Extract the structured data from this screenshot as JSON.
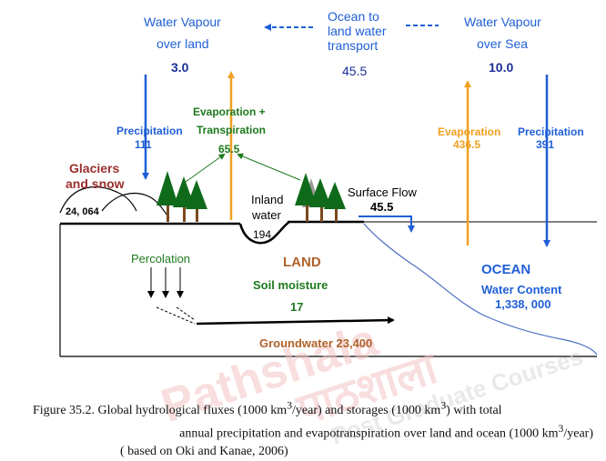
{
  "colors": {
    "blue": "#1f5fd6",
    "navy": "#1b2f99",
    "green": "#1e7a1e",
    "orange": "#f0a020",
    "brown": "#b0622a",
    "maroon": "#9b2f2f"
  },
  "atmosphere": {
    "land_vapour_line1": "Water Vapour",
    "land_vapour_line2": "over land",
    "land_vapour_value": "3.0",
    "transport_line1": "Ocean to",
    "transport_line2": "land water",
    "transport_line3": "transport",
    "transport_value": "45.5",
    "sea_vapour_line1": "Water Vapour",
    "sea_vapour_line2": "over Sea",
    "sea_vapour_value": "10.0"
  },
  "fluxes": {
    "land_precip_label": "Precipitation",
    "land_precip_value": "111",
    "evapotrans_line1": "Evaporation +",
    "evapotrans_line2": "Transpiration",
    "evapotrans_value": "65.5",
    "ocean_evap_label": "Evaporation",
    "ocean_evap_value": "436.5",
    "ocean_precip_label": "Precipitation",
    "ocean_precip_value": "391"
  },
  "storages": {
    "glaciers_line1": "Glaciers",
    "glaciers_line2": "and snow",
    "glaciers_value": "24, 064",
    "inland_line1": "Inland",
    "inland_line2": "water",
    "inland_value": "194",
    "surface_flow_label": "Surface Flow",
    "surface_flow_value": "45.5",
    "land_label": "LAND",
    "percolation_label": "Percolation",
    "soil_label": "Soil moisture",
    "soil_value": "17",
    "groundwater_label": "Groundwater 23,400",
    "ocean_label": "OCEAN",
    "water_content_label": "Water Content",
    "water_content_value": "1,338, 000"
  },
  "caption": {
    "line1_a": "Figure 35.2. Global hydrological fluxes (1000 km",
    "sup1": "3",
    "line1_b": "/year) and storages (1000 km",
    "sup2": "3",
    "line1_c": ") with total",
    "line2_a": "annual precipitation and evapotranspiration over land and ocean (1000 km",
    "sup3": "3",
    "line2_b": "/year)",
    "line3": "( based on Oki and Kanae, 2006)"
  },
  "watermark": {
    "brand": "Pathshala",
    "hindi": "पाठशाला",
    "courses": "Post Graduate Courses"
  }
}
